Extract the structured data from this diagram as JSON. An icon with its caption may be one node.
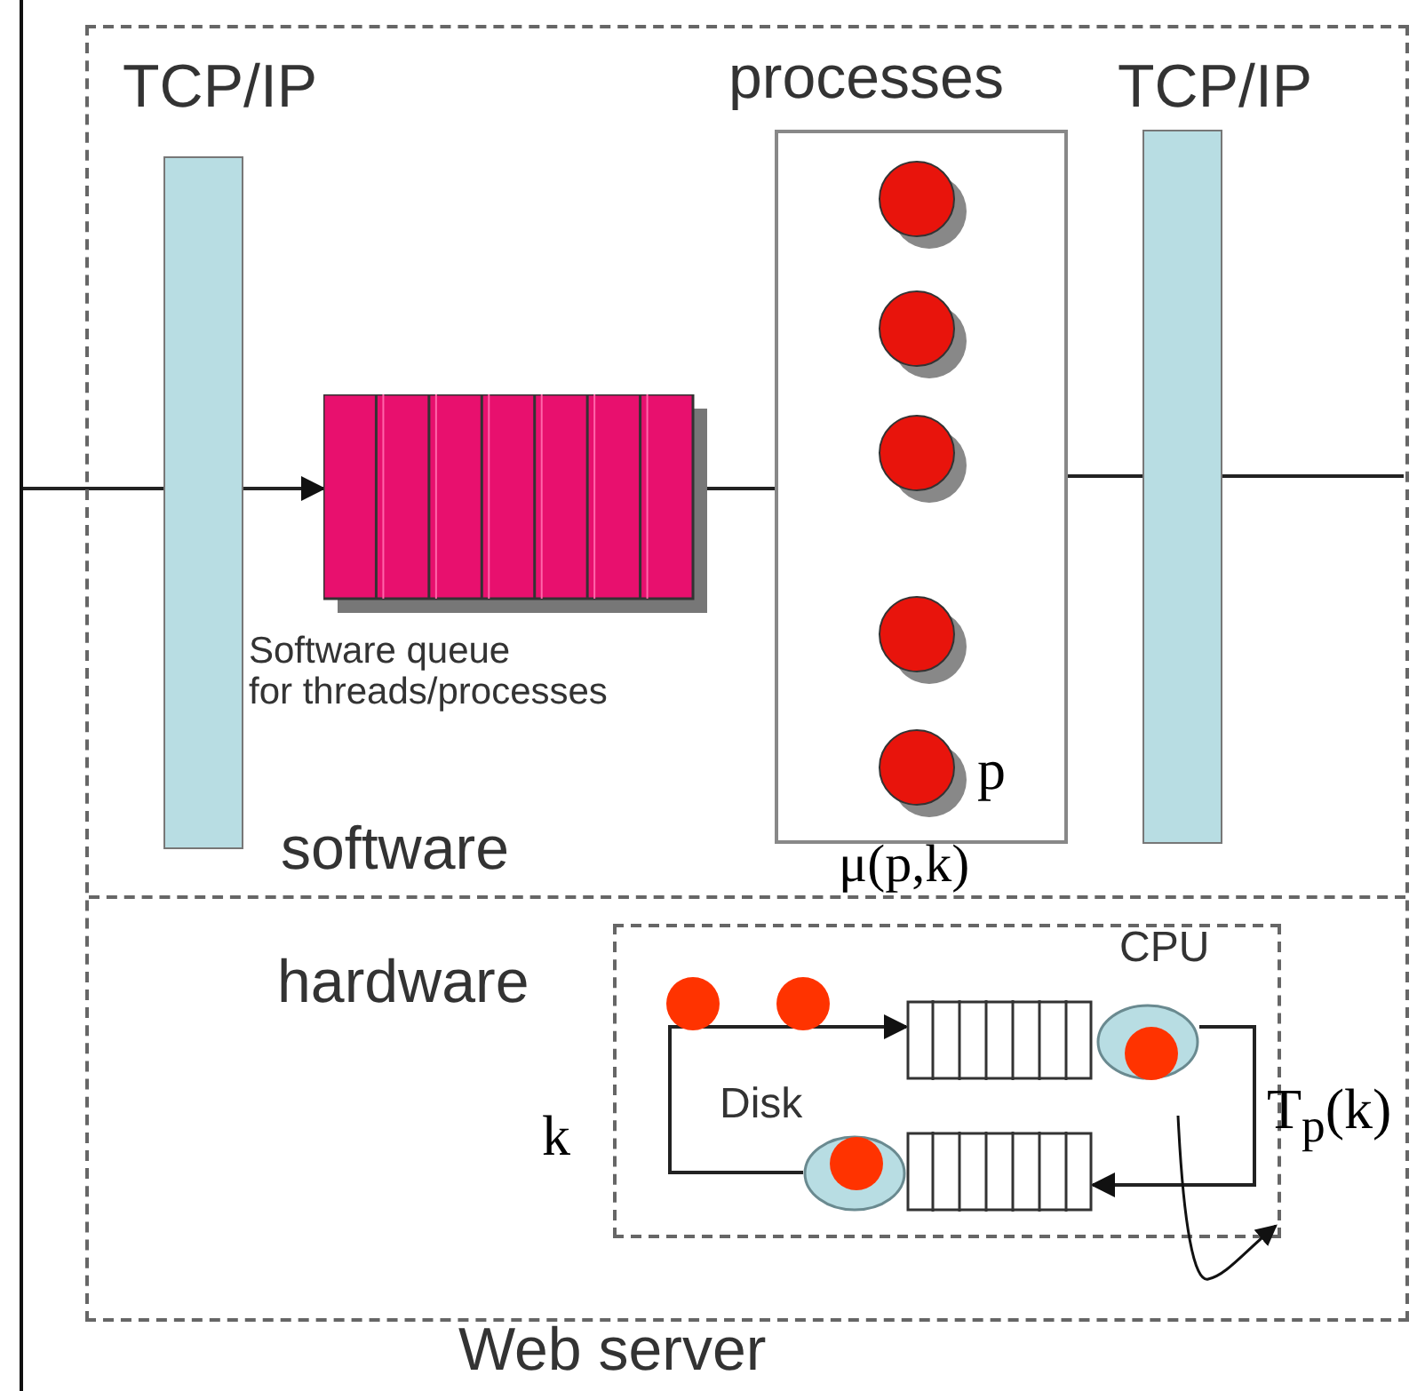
{
  "diagram": {
    "nodes": [
      {
        "text": [
          "Web server"
        ]
      },
      {
        "text": [
          "software"
        ],
        "in": 0
      },
      {
        "text": [
          "TCP/IP"
        ],
        "in": 1
      },
      {
        "text": [
          "Software queue for threads/processes"
        ],
        "in": 1
      },
      {
        "text": [
          "processes"
        ],
        "in": 1,
        "beside": [
          "μ(p,k)"
        ]
      },
      {
        "text": [],
        "shape": "circle",
        "in": 4
      },
      {
        "text": [],
        "shape": "circle",
        "in": 4
      },
      {
        "text": [],
        "shape": "circle",
        "in": 4
      },
      {
        "text": [],
        "shape": "circle",
        "in": 4
      },
      {
        "text": [],
        "shape": "circle",
        "in": 4,
        "beside": [
          "p"
        ]
      },
      {
        "text": [
          "TCP/IP"
        ],
        "in": 1
      },
      {
        "text": [
          "hardware"
        ],
        "in": 0
      },
      {
        "text": [],
        "shape": "box",
        "in": 11
      },
      {
        "text": [],
        "shape": "box",
        "in": 12
      },
      {
        "text": [
          "CPU"
        ],
        "in": 12
      },
      {
        "text": [],
        "shape": "box",
        "in": 12
      },
      {
        "text": [
          "Disk"
        ],
        "in": 12
      }
    ],
    "edges": [
      {
        "from": null,
        "to": 2,
        "arrow": "none"
      },
      {
        "from": 2,
        "to": 3,
        "arrow": "to"
      },
      {
        "from": 3,
        "to": 4,
        "arrow": "none"
      },
      {
        "from": 4,
        "to": 10,
        "arrow": "none"
      },
      {
        "from": 10,
        "to": null,
        "arrow": "none"
      },
      {
        "from": 16,
        "to": 13,
        "arrow": "to"
      },
      {
        "from": 14,
        "to": 15,
        "arrow": "to"
      }
    ],
    "labels": [
      "k",
      "T$_{p}$(k)"
    ]
  }
}
